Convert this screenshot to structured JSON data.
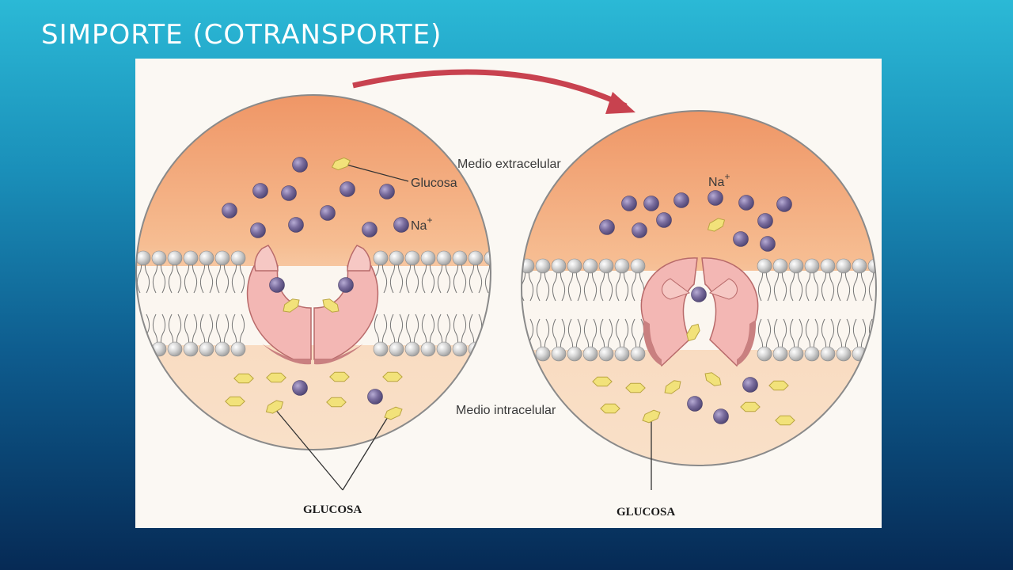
{
  "slide": {
    "title": "SIMPORTE (COTRANSPORTE)"
  },
  "figure": {
    "left_panel": {
      "label_extracellular": "Medio extracelular",
      "label_glucose": "Glucosa",
      "label_sodium": "Na",
      "label_sodium_charge": "+",
      "label_intracellular": "Medio intracelular",
      "label_glucose_caption": "GLUCOSA"
    },
    "right_panel": {
      "label_sodium": "Na",
      "label_sodium_charge": "+",
      "label_glucose_caption": "GLUCOSA"
    }
  },
  "colors": {
    "extracellular_top": "#f0a070",
    "intracellular": "#f8dcc0",
    "sodium_ion": "#7a6d9e",
    "glucose": "#f2e27a",
    "transporter": "#f3b7b4",
    "arrow": "#c8424f"
  }
}
